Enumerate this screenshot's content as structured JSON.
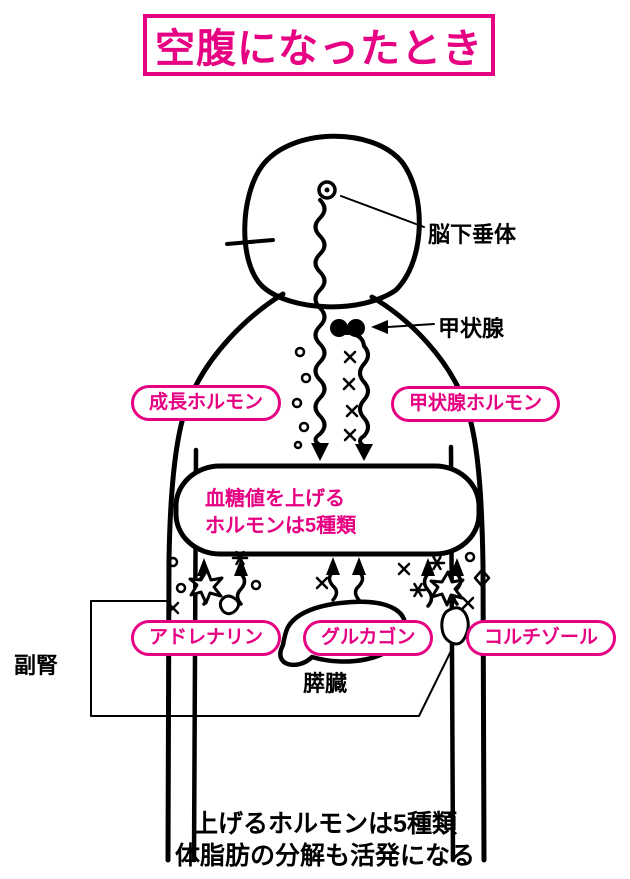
{
  "title": "空腹になったとき",
  "diagram": {
    "pituitary_label": "脳下垂体",
    "thyroid_label": "甲状腺",
    "growth_hormone_pill": "成長ホルモン",
    "thyroid_hormone_pill": "甲状腺ホルモン",
    "stomach_note_line1": "血糖値を上げる",
    "stomach_note_line2": "ホルモンは5種類",
    "adrenaline_pill": "アドレナリン",
    "glucagon_pill": "グルカゴン",
    "cortisol_pill": "コルチゾール",
    "pancreas_label": "膵臓",
    "adrenal_label": "副腎"
  },
  "footer": {
    "line1": "上げるホルモンは5種類",
    "line2": "体脂肪の分解も活発になる"
  },
  "colors": {
    "accent": "#e60082",
    "ink": "#000000"
  }
}
